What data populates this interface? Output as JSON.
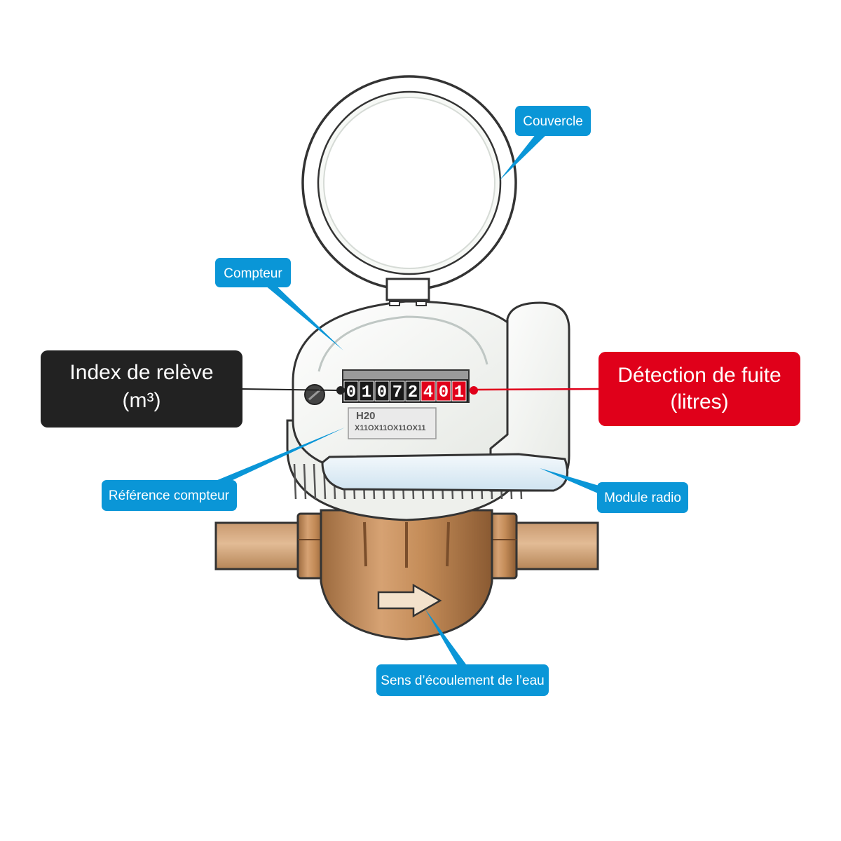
{
  "labels": {
    "couvercle": "Couvercle",
    "compteur": "Compteur",
    "index_line1": "Index de relève",
    "index_line2": "(m³)",
    "fuite_line1": "Détection de fuite",
    "fuite_line2": "(litres)",
    "reference": "Référence compteur",
    "module": "Module radio",
    "sens": "Sens d’écoulement de l’eau"
  },
  "counter": {
    "m3_digits": [
      "0",
      "1",
      "0",
      "7",
      "2"
    ],
    "litre_digits": [
      "4",
      "0",
      "1"
    ]
  },
  "plate": {
    "brand": "H20",
    "serial": "X11OX11OX11OX11"
  },
  "colors": {
    "callout_blue": "#0a96d7",
    "callout_black": "#222222",
    "callout_red": "#e0001a",
    "brass": "#c7925e",
    "pipe": "#d8ab82"
  }
}
